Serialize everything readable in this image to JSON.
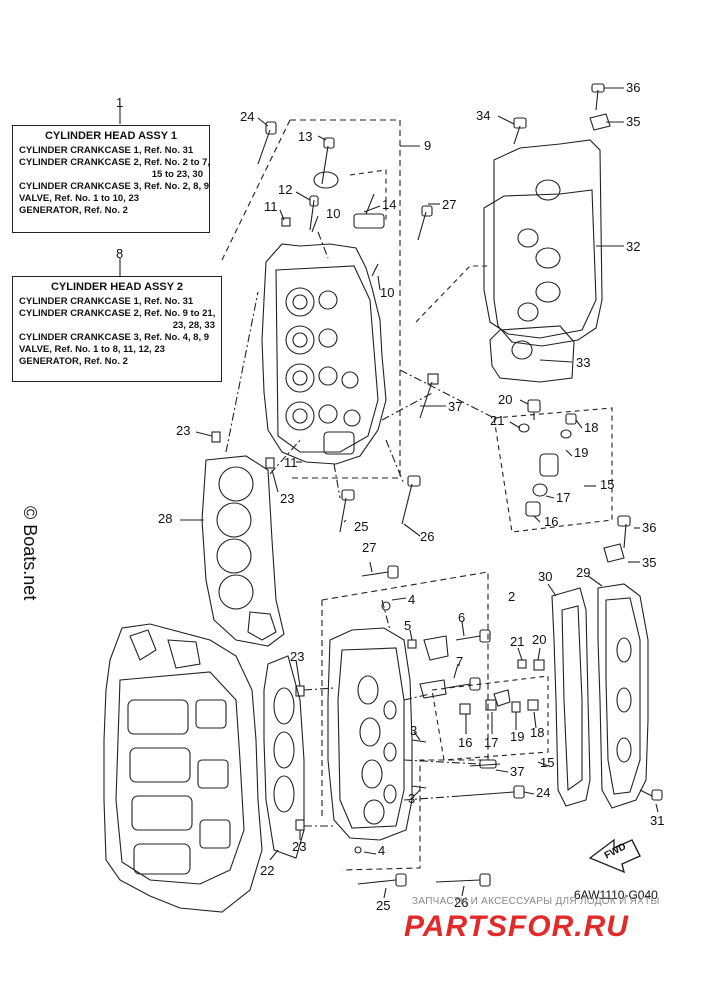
{
  "callouts": {
    "c1": "1",
    "c8": "8",
    "c24a": "24",
    "c13": "13",
    "c9": "9",
    "c12": "12",
    "c11a": "11",
    "c10a": "10",
    "c14": "14",
    "c27a": "27",
    "c10b": "10",
    "c37a": "37",
    "c23a": "23",
    "c11b": "11",
    "c23b": "23",
    "c28": "28",
    "c25a": "25",
    "c26a": "26",
    "c34": "34",
    "c36a": "36",
    "c35a": "35",
    "c32": "32",
    "c33": "33",
    "c20a": "20",
    "c21a": "21",
    "c18a": "18",
    "c19a": "19",
    "c15a": "15",
    "c17a": "17",
    "c16a": "16",
    "c27b": "27",
    "c2": "2",
    "c4a": "4",
    "c6": "6",
    "c5": "5",
    "c7": "7",
    "c21b": "21",
    "c20b": "20",
    "c16b": "16",
    "c17b": "17",
    "c19b": "19",
    "c18b": "18",
    "c3a": "3",
    "c15b": "15",
    "c37b": "37",
    "c3b": "3",
    "c24b": "24",
    "c23c": "23",
    "c23d": "23",
    "c22": "22",
    "c4b": "4",
    "c25b": "25",
    "c26b": "26",
    "c30": "30",
    "c29": "29",
    "c36b": "36",
    "c35b": "35",
    "c31": "31"
  },
  "box1": {
    "title": "CYLINDER HEAD ASSY 1",
    "lines": [
      "CYLINDER CRANKCASE 1, Ref. No. 31",
      "CYLINDER CRANKCASE 2, Ref. No. 2 to 7,",
      "15 to 23, 30",
      "CYLINDER CRANKCASE 3, Ref. No. 2, 8, 9",
      "VALVE, Ref. No. 1 to 10, 23",
      "GENERATOR, Ref. No. 2"
    ]
  },
  "box2": {
    "title": "CYLINDER HEAD ASSY 2",
    "lines": [
      "CYLINDER CRANKCASE 1, Ref. No. 31",
      "CYLINDER CRANKCASE 2, Ref. No. 9 to 21,",
      "23, 28, 33",
      "CYLINDER CRANKCASE 3, Ref. No. 4, 8, 9",
      "VALVE, Ref. No. 1 to 8, 11, 12, 23",
      "GENERATOR, Ref. No. 2"
    ]
  },
  "watermark": "© Boats.net",
  "fwd": "FWD",
  "diagram_code": "6AW1110-G040",
  "banner": "ЗАПЧАСТИ И АКСЕССУАРЫ ДЛЯ ЛОДОК И ЯХТЫ",
  "logo": "PARTSFOR.RU"
}
